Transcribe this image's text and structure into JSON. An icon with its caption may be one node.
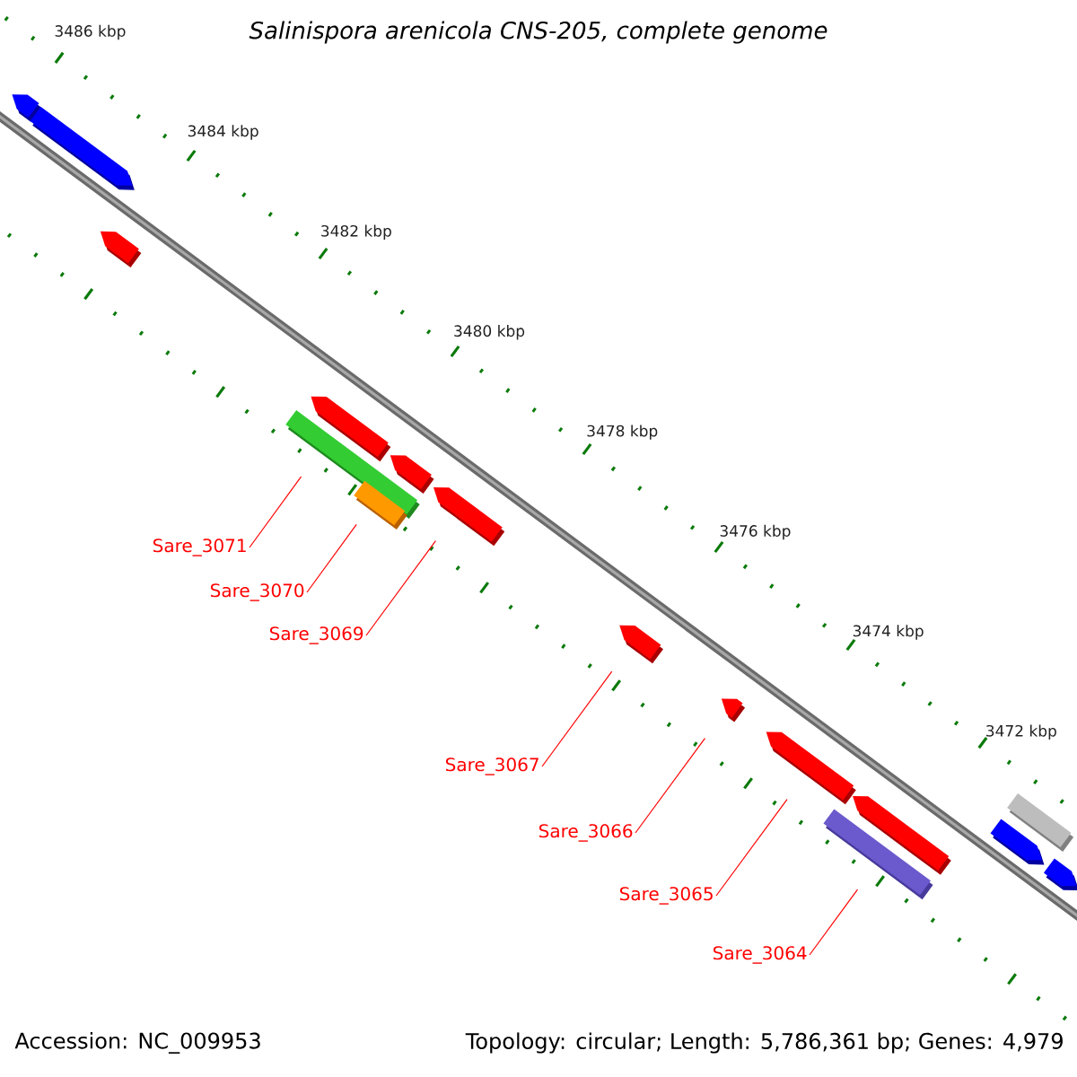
{
  "diagram": {
    "title": "Salinispora arenicola CNS-205, complete genome",
    "nodes": [
      {
        "text": [],
        "shape": "pentagon"
      },
      {
        "text": [],
        "shape": "pentagon"
      },
      {
        "text": [],
        "shape": "pentagon"
      },
      {
        "text": [],
        "shape": "box"
      },
      {
        "text": [],
        "shape": "pentagon"
      },
      {
        "text": [],
        "shape": "pentagon"
      },
      {
        "text": [],
        "shape": "box"
      },
      {
        "text": [],
        "shape": "pentagon"
      },
      {
        "text": [],
        "shape": "pentagon"
      },
      {
        "text": [],
        "shape": "pentagon"
      },
      {
        "text": [],
        "shape": "pentagon"
      },
      {
        "text": [],
        "shape": "box"
      },
      {
        "text": [],
        "shape": "pentagon"
      },
      {
        "text": [],
        "shape": "pentagon"
      },
      {
        "text": [],
        "shape": "box"
      },
      {
        "text": [],
        "shape": "pentagon"
      },
      {
        "text": [
          "Sare_3071"
        ]
      },
      {
        "text": [
          "Sare_3070"
        ]
      },
      {
        "text": [
          "Sare_3069"
        ]
      },
      {
        "text": [
          "Sare_3067"
        ]
      },
      {
        "text": [
          "Sare_3066"
        ]
      },
      {
        "text": [
          "Sare_3065"
        ]
      },
      {
        "text": [
          "Sare_3064"
        ]
      }
    ],
    "edges": [
      {
        "from": 16,
        "to": 3,
        "arrow": "none"
      },
      {
        "from": 17,
        "to": 6,
        "arrow": "none"
      },
      {
        "from": 18,
        "to": 7,
        "arrow": "none"
      },
      {
        "from": 19,
        "to": 8,
        "arrow": "none"
      },
      {
        "from": 20,
        "to": 9,
        "arrow": "none"
      },
      {
        "from": 21,
        "to": 10,
        "arrow": "none"
      },
      {
        "from": 22,
        "to": 11,
        "arrow": "none"
      }
    ],
    "labels": [
      "3486 kbp",
      "3484 kbp",
      "3482 kbp",
      "3480 kbp",
      "3478 kbp",
      "3476 kbp",
      "3474 kbp",
      "3472 kbp",
      "Accession: NC_009953",
      "Topology: circular; Length: 5,786,361 bp; Genes: 4,979"
    ]
  }
}
